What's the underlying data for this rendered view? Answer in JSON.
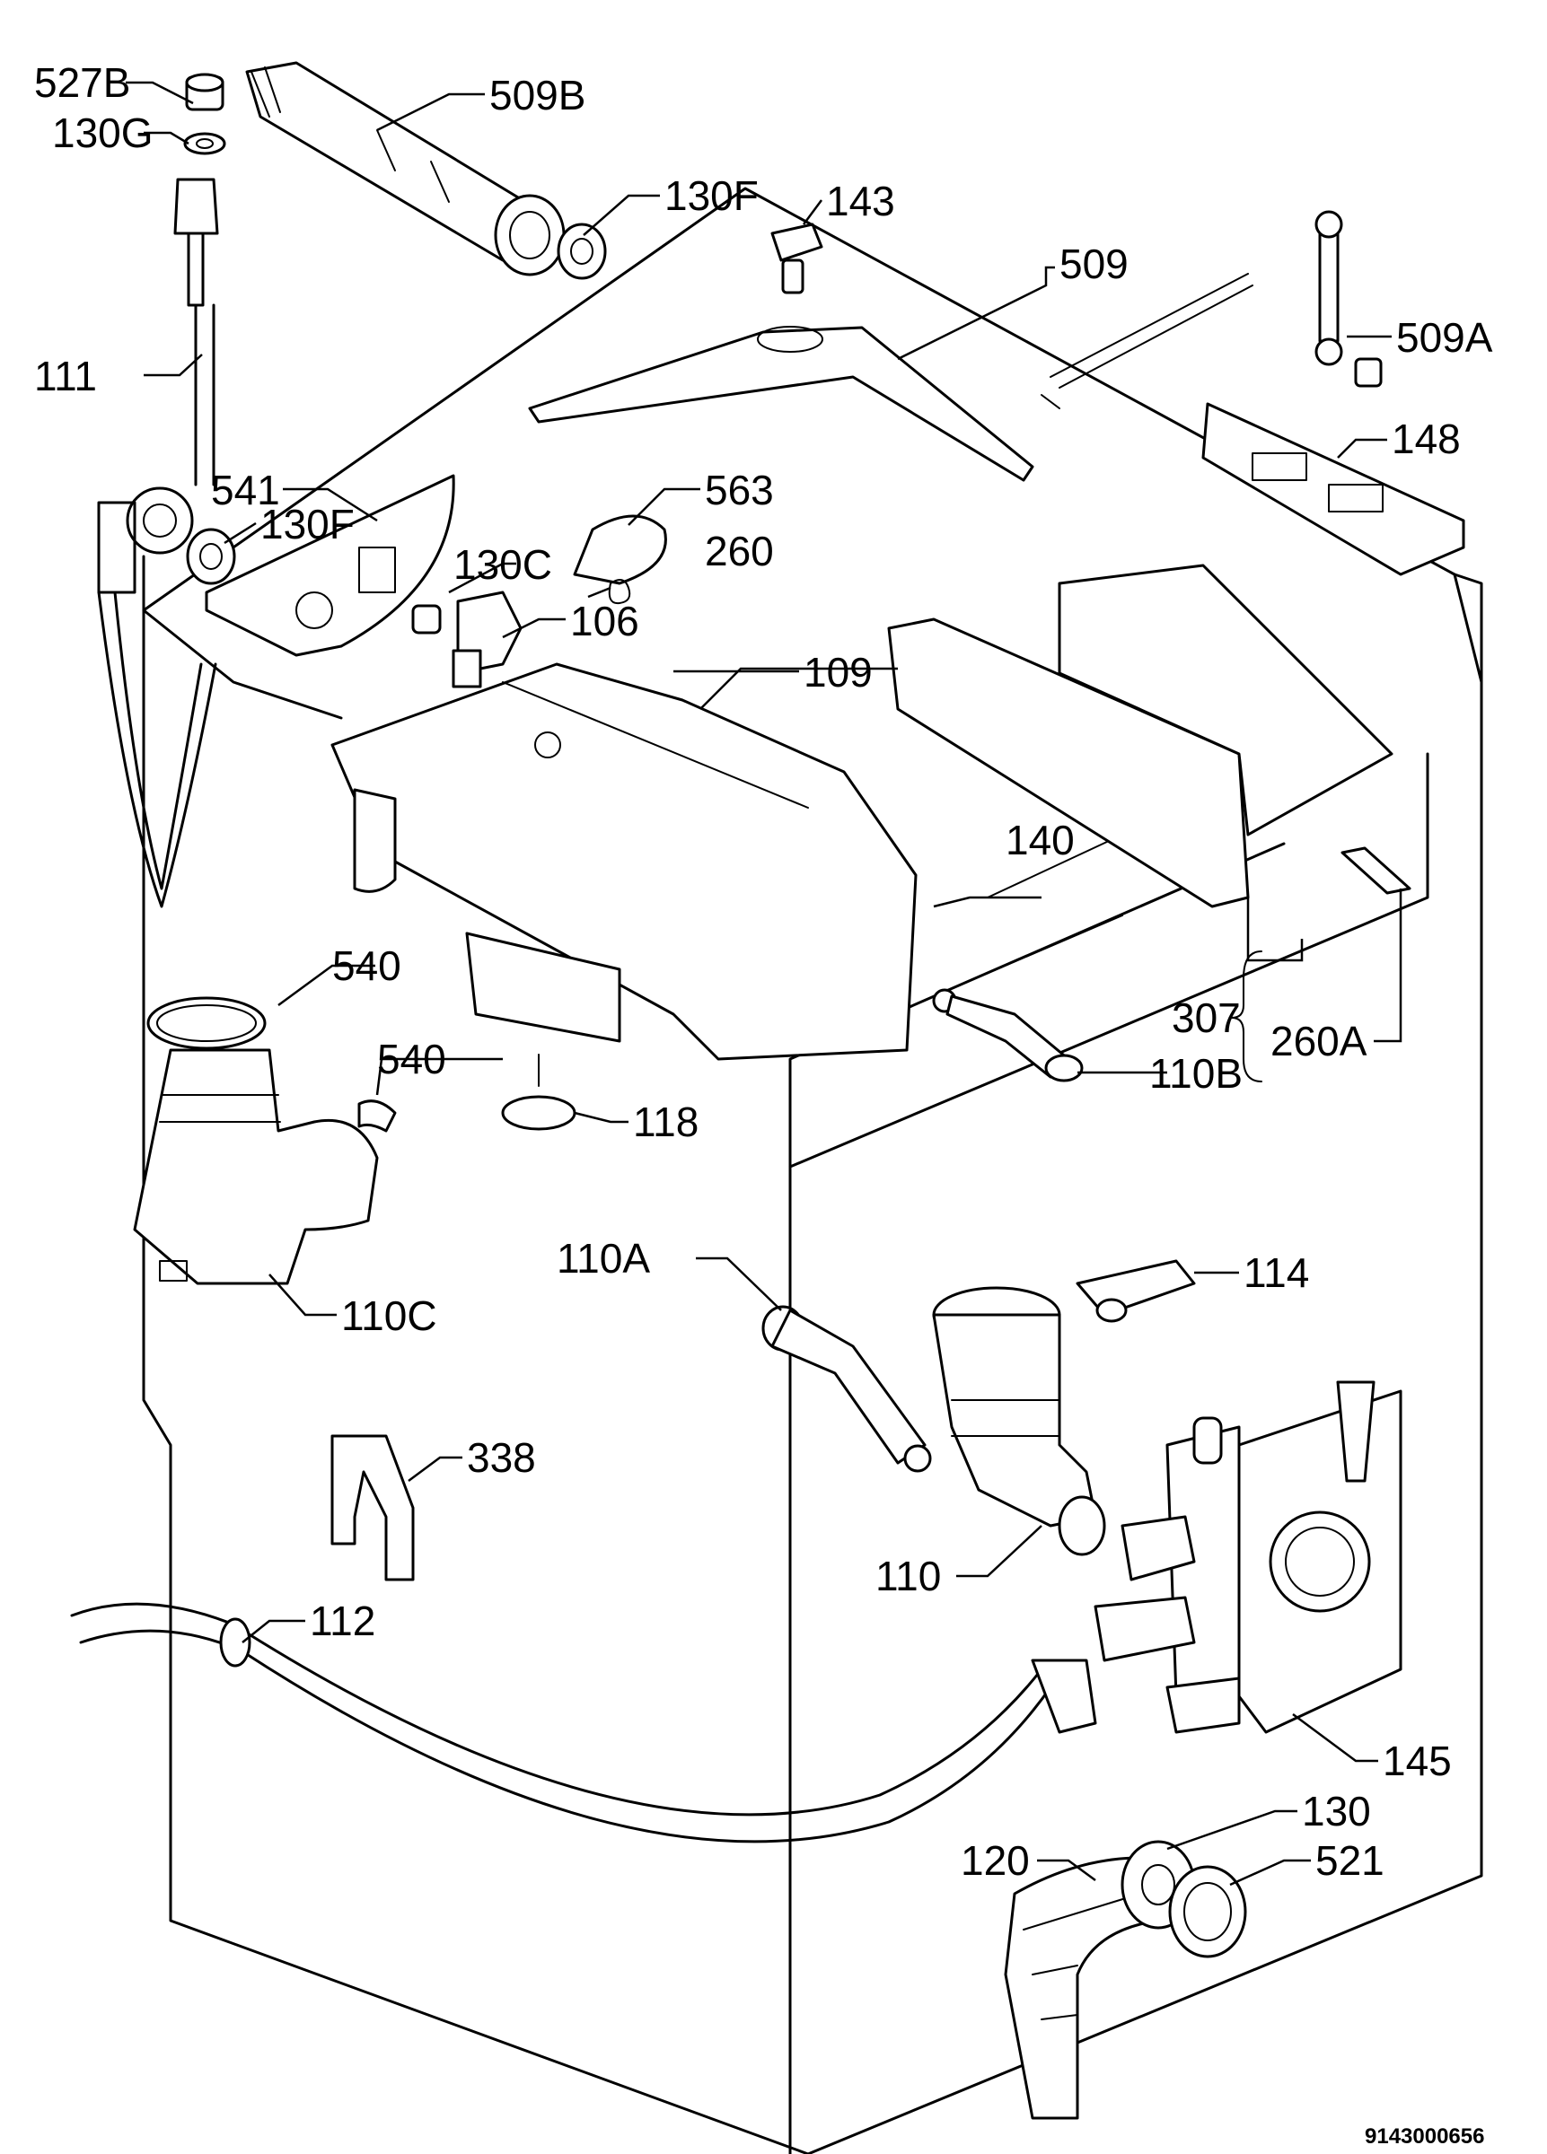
{
  "drawing_number": "9143000656",
  "colors": {
    "line": "#000000",
    "background": "#ffffff"
  },
  "callouts": {
    "p527B": "527B",
    "p130G": "130G",
    "p509B": "509B",
    "p130F_top": "130F",
    "p143": "143",
    "p509": "509",
    "p509A": "509A",
    "p111": "111",
    "p148": "148",
    "p541": "541",
    "p130F_mid": "130F",
    "p563": "563",
    "p130C": "130C",
    "p260": "260",
    "p106": "106",
    "p109": "109",
    "p140": "140",
    "p540_a": "540",
    "p540_b": "540",
    "p307": "307",
    "p260A": "260A",
    "p110B": "110B",
    "p118": "118",
    "p110C": "110C",
    "p110A": "110A",
    "p114": "114",
    "p338": "338",
    "p110": "110",
    "p112": "112",
    "p145": "145",
    "p130": "130",
    "p120": "120",
    "p521": "521"
  }
}
